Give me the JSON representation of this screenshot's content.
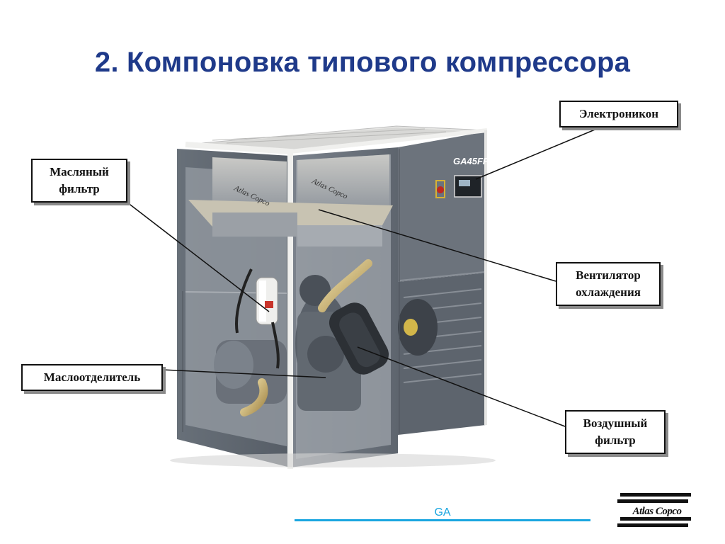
{
  "slide": {
    "title": "2. Компоновка типового компрессора"
  },
  "machine": {
    "model_badge": "GA45FF",
    "panel_logo": "Atlas Copco"
  },
  "callouts": {
    "electronikon": "Электроникон",
    "oil_filter_line1": "Масляный",
    "oil_filter_line2": "фильтр",
    "fan_line1": "Вентилятор",
    "fan_line2": "охлаждения",
    "separator": "Маслоотделитель",
    "air_filter_line1": "Воздушный",
    "air_filter_line2": "фильтр"
  },
  "footer": {
    "label": "GA",
    "line_color": "#1aa6e0",
    "brand_logo": "Atlas Copco"
  },
  "colors": {
    "title": "#1f3a8a",
    "cabinet": "#6e7580",
    "cabinet_dark": "#525962"
  }
}
